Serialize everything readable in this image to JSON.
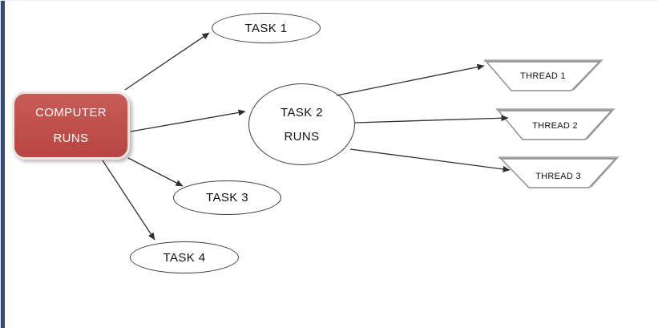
{
  "root_box": {
    "line1": "COMPUTER",
    "line2": "RUNS",
    "fill_color": "#c0504d",
    "text_color": "#ffffff"
  },
  "tasks": [
    {
      "id": "task-1",
      "label": "TASK 1"
    },
    {
      "id": "task-2",
      "label_line1": "TASK 2",
      "label_line2": "RUNS"
    },
    {
      "id": "task-3",
      "label": "TASK 3"
    },
    {
      "id": "task-4",
      "label": "TASK 4"
    }
  ],
  "threads": [
    {
      "id": "thread-1",
      "label": "THREAD 1"
    },
    {
      "id": "thread-2",
      "label": "THREAD 2"
    },
    {
      "id": "thread-3",
      "label": "THREAD 3"
    }
  ],
  "colors": {
    "ellipse_outline": "#3f3f3f",
    "thread_outline": "#8c8c8c",
    "thread_shadow": "#a8a8a8",
    "arrow": "#2f2f2f",
    "left_bar": "#2e4d7b"
  }
}
